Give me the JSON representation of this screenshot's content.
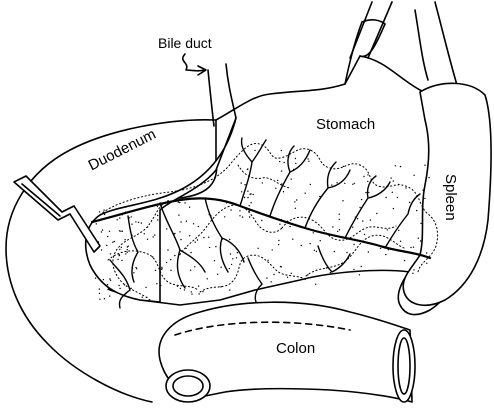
{
  "labels": {
    "bile_duct": "Bile duct",
    "duodenum": "Duodenum",
    "stomach": "Stomach",
    "spleen": "Spleen",
    "colon": "Colon"
  },
  "colors": {
    "ink": "#000000",
    "paper": "#ffffff"
  }
}
